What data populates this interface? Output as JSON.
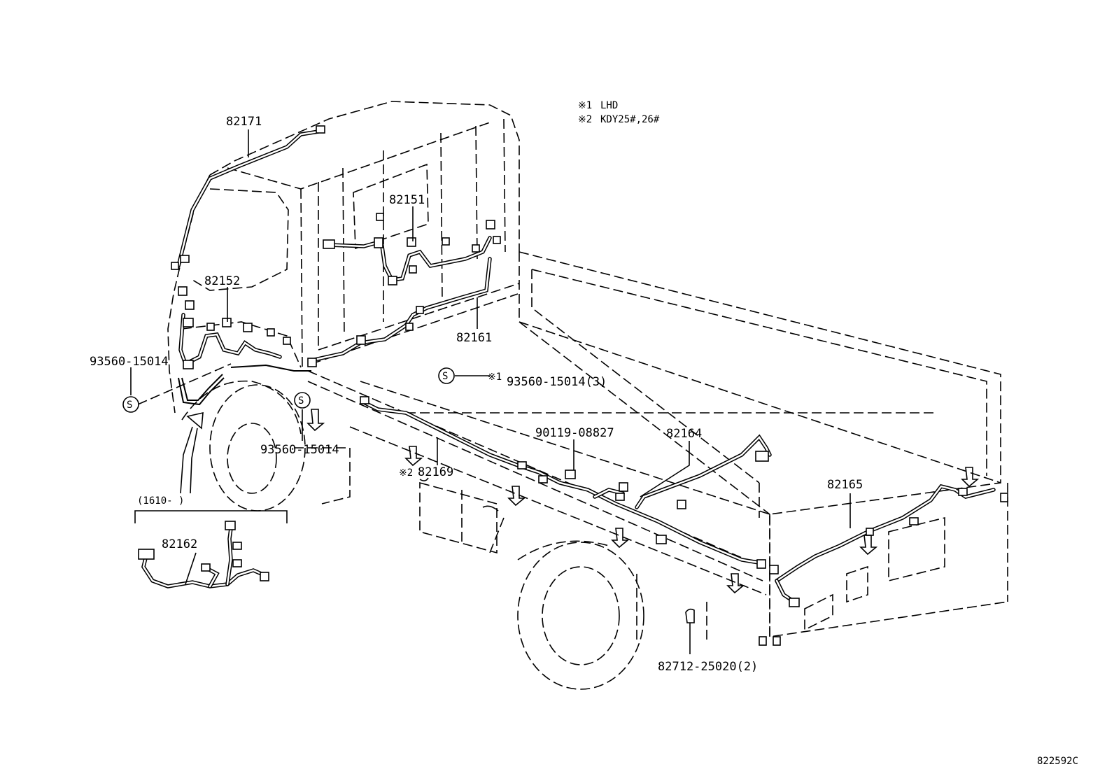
{
  "notes": [
    {
      "mark": "※1",
      "text": "LHD"
    },
    {
      "mark": "※2",
      "text": "KDY25#,26#"
    }
  ],
  "parts": {
    "p82171": "82171",
    "p82151": "82151",
    "p82152": "82152",
    "p82161": "82161",
    "p93560_a": "93560-15014",
    "p93560_b": "93560-15014(3)",
    "p93560_b_mark": "※1",
    "p93560_c": "93560-15014",
    "p90119": "90119-08827",
    "p82164": "82164",
    "p82169": "82169",
    "p82169_mark": "※2",
    "p82165": "82165",
    "p82162": "82162",
    "p82712": "82712-25020(2)"
  },
  "inset": {
    "range_label": "(1610-    )"
  },
  "symbols": {
    "screw_letter": "S"
  },
  "diagram_code": "822592C"
}
